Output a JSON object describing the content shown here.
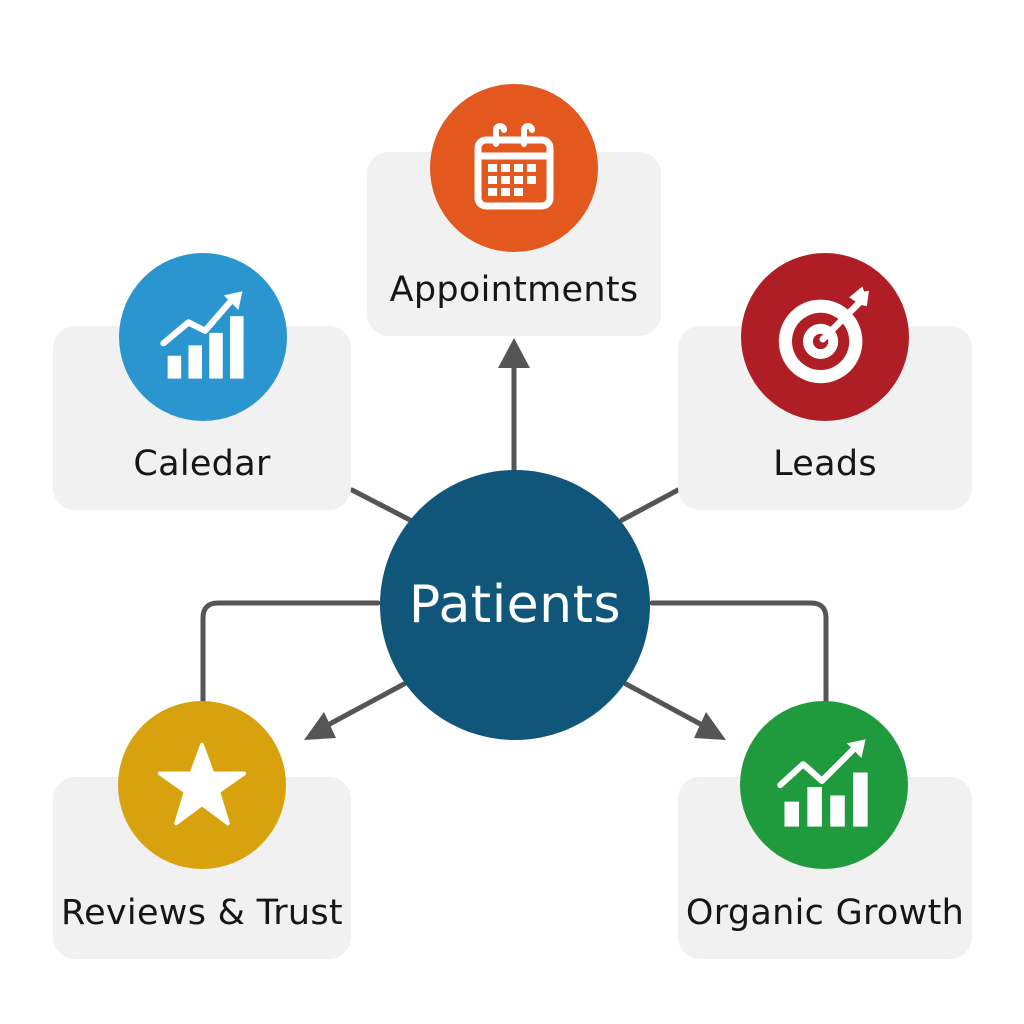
{
  "diagram": {
    "center": {
      "label": "Patients",
      "color": "#10567a"
    },
    "connector_color": "#555555",
    "nodes": [
      {
        "id": "appointments",
        "label": "Appointments",
        "icon": "calendar-icon",
        "color": "#e2581e"
      },
      {
        "id": "calendar",
        "label": "Caledar",
        "icon": "bar-chart-trend-icon",
        "color": "#2a95cf"
      },
      {
        "id": "leads",
        "label": "Leads",
        "icon": "target-icon",
        "color": "#ae1e24"
      },
      {
        "id": "reviews",
        "label": "Reviews & Trust",
        "icon": "star-icon",
        "color": "#d7a20e"
      },
      {
        "id": "growth",
        "label": "Organic Growth",
        "icon": "growth-chart-icon",
        "color": "#1f9a3c"
      }
    ]
  }
}
